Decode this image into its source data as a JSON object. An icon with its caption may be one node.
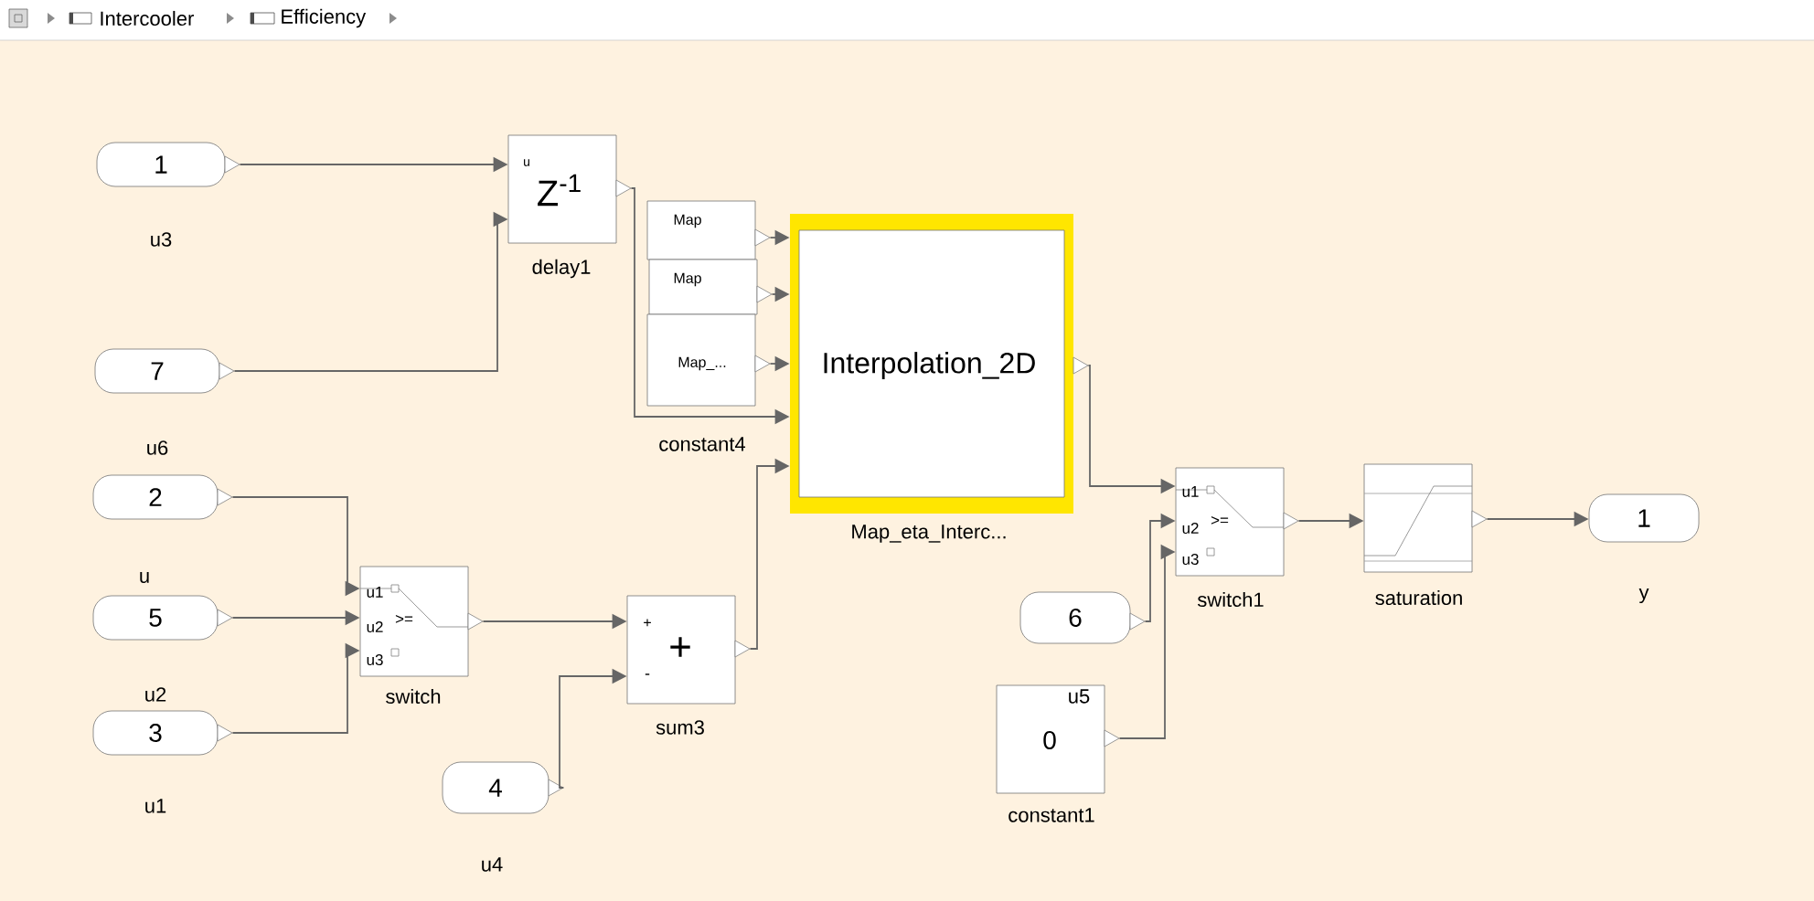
{
  "diagram": {
    "nodes": [
      {
        "text": [
          "1"
        ],
        "beside": [
          "u3"
        ]
      },
      {
        "text": [
          "7"
        ]
      },
      {
        "text": [
          "2"
        ]
      },
      {
        "text": [
          "5"
        ]
      },
      {
        "text": [
          "3"
        ],
        "beside": [
          "u1"
        ]
      },
      {
        "text": [
          "4"
        ],
        "beside": [
          "u4"
        ]
      },
      {
        "text": [
          "6"
        ]
      },
      {
        "text": [
          "u",
          "Z$^{-1}$"
        ],
        "beside": [
          "delay1"
        ]
      },
      {
        "text": [
          "Map"
        ]
      },
      {
        "text": [
          "Map"
        ]
      },
      {
        "text": [
          "Map_..."
        ],
        "beside": [
          "constant4"
        ]
      },
      {
        "text": [
          "Interpolation_2D"
        ],
        "beside": [
          "Map_eta_Interc..."
        ]
      },
      {
        "text": [
          "u1",
          "u2",
          ">=",
          "u3"
        ],
        "beside": [
          "switch"
        ]
      },
      {
        "text": [
          "+",
          "-",
          "+"
        ],
        "beside": [
          "sum3"
        ]
      },
      {
        "text": [
          "u1",
          "u2",
          ">=",
          "u3"
        ],
        "beside": [
          "switch1"
        ]
      },
      {
        "text": [],
        "shape": "box",
        "beside": [
          "saturation"
        ]
      },
      {
        "text": [
          "0"
        ],
        "beside": [
          "constant1"
        ]
      },
      {
        "text": [
          "1"
        ],
        "beside": [
          "y"
        ]
      }
    ],
    "edges": [
      {
        "from": 0,
        "to": 7,
        "arrow": "to"
      },
      {
        "from": 1,
        "to": 7,
        "arrow": "to"
      },
      {
        "from": 7,
        "to": 11,
        "arrow": "to"
      },
      {
        "from": 8,
        "to": 11,
        "arrow": "to"
      },
      {
        "from": 9,
        "to": 11,
        "arrow": "to"
      },
      {
        "from": 10,
        "to": 11,
        "arrow": "to"
      },
      {
        "from": 13,
        "to": 11,
        "arrow": "to"
      },
      {
        "from": 2,
        "to": 12,
        "arrow": "to"
      },
      {
        "from": 3,
        "to": 12,
        "arrow": "to"
      },
      {
        "from": 4,
        "to": 12,
        "arrow": "to"
      },
      {
        "from": 12,
        "to": 13,
        "arrow": "to"
      },
      {
        "from": 5,
        "to": 13,
        "arrow": "to"
      },
      {
        "from": 11,
        "to": 14,
        "arrow": "to"
      },
      {
        "from": 6,
        "to": 14,
        "arrow": "to"
      },
      {
        "from": 16,
        "to": 14,
        "arrow": "to"
      },
      {
        "from": 14,
        "to": 15,
        "arrow": "to"
      },
      {
        "from": 15,
        "to": 17,
        "arrow": "to"
      }
    ],
    "labels": [
      "Intercooler",
      "Efficiency",
      "u6",
      "u",
      "u2",
      "u5"
    ]
  }
}
